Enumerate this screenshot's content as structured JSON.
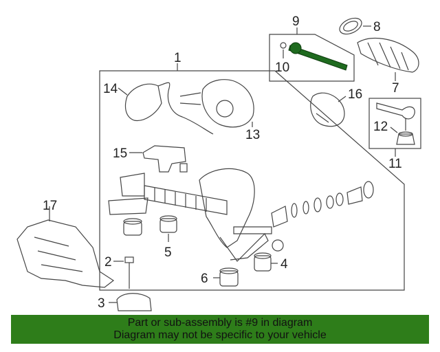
{
  "callouts": {
    "c1": "1",
    "c2": "2",
    "c3": "3",
    "c4": "4",
    "c5": "5",
    "c6": "6",
    "c7": "7",
    "c8": "8",
    "c9": "9",
    "c10": "10",
    "c11": "11",
    "c12": "12",
    "c13": "13",
    "c14": "14",
    "c15": "15",
    "c16": "16",
    "c17": "17"
  },
  "banner": {
    "line1": "Part or sub-assembly is #9 in diagram",
    "line2": "Diagram may not be specific to your vehicle"
  },
  "colors": {
    "banner": "#2e7d1a",
    "highlight_part": "#1f6b1f",
    "line": "#444444"
  }
}
